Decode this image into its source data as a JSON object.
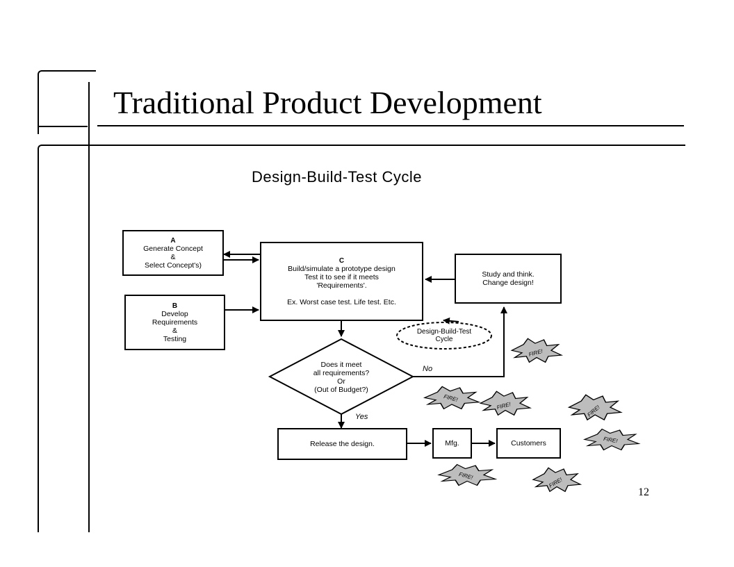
{
  "slide": {
    "title": "Traditional Product Development",
    "subtitle": "Design-Build-Test Cycle",
    "page_number": "12"
  },
  "diagram": {
    "box_a": {
      "letter": "A",
      "lines": [
        "Generate Concept",
        "&",
        "Select Concept's)"
      ]
    },
    "box_b": {
      "letter": "B",
      "lines": [
        "Develop",
        "Requirements",
        "&",
        "Testing"
      ]
    },
    "box_c": {
      "letter": "C",
      "lines": [
        "Build/simulate a prototype design",
        "Test it to see if it meets",
        "'Requirements'."
      ],
      "example": "Ex. Worst case test. Life test. Etc."
    },
    "study": {
      "lines": [
        "Study and think.",
        "Change design!"
      ]
    },
    "decision": {
      "lines": [
        "Does it meet",
        "all requirements?",
        "Or",
        "(Out of Budget?)"
      ]
    },
    "cycle_label": {
      "lines": [
        "Design-Build-Test",
        "Cycle"
      ]
    },
    "no_label": "No",
    "yes_label": "Yes",
    "release": "Release the design.",
    "mfg": "Mfg.",
    "customers": "Customers",
    "fire_label": "FIRE!"
  }
}
